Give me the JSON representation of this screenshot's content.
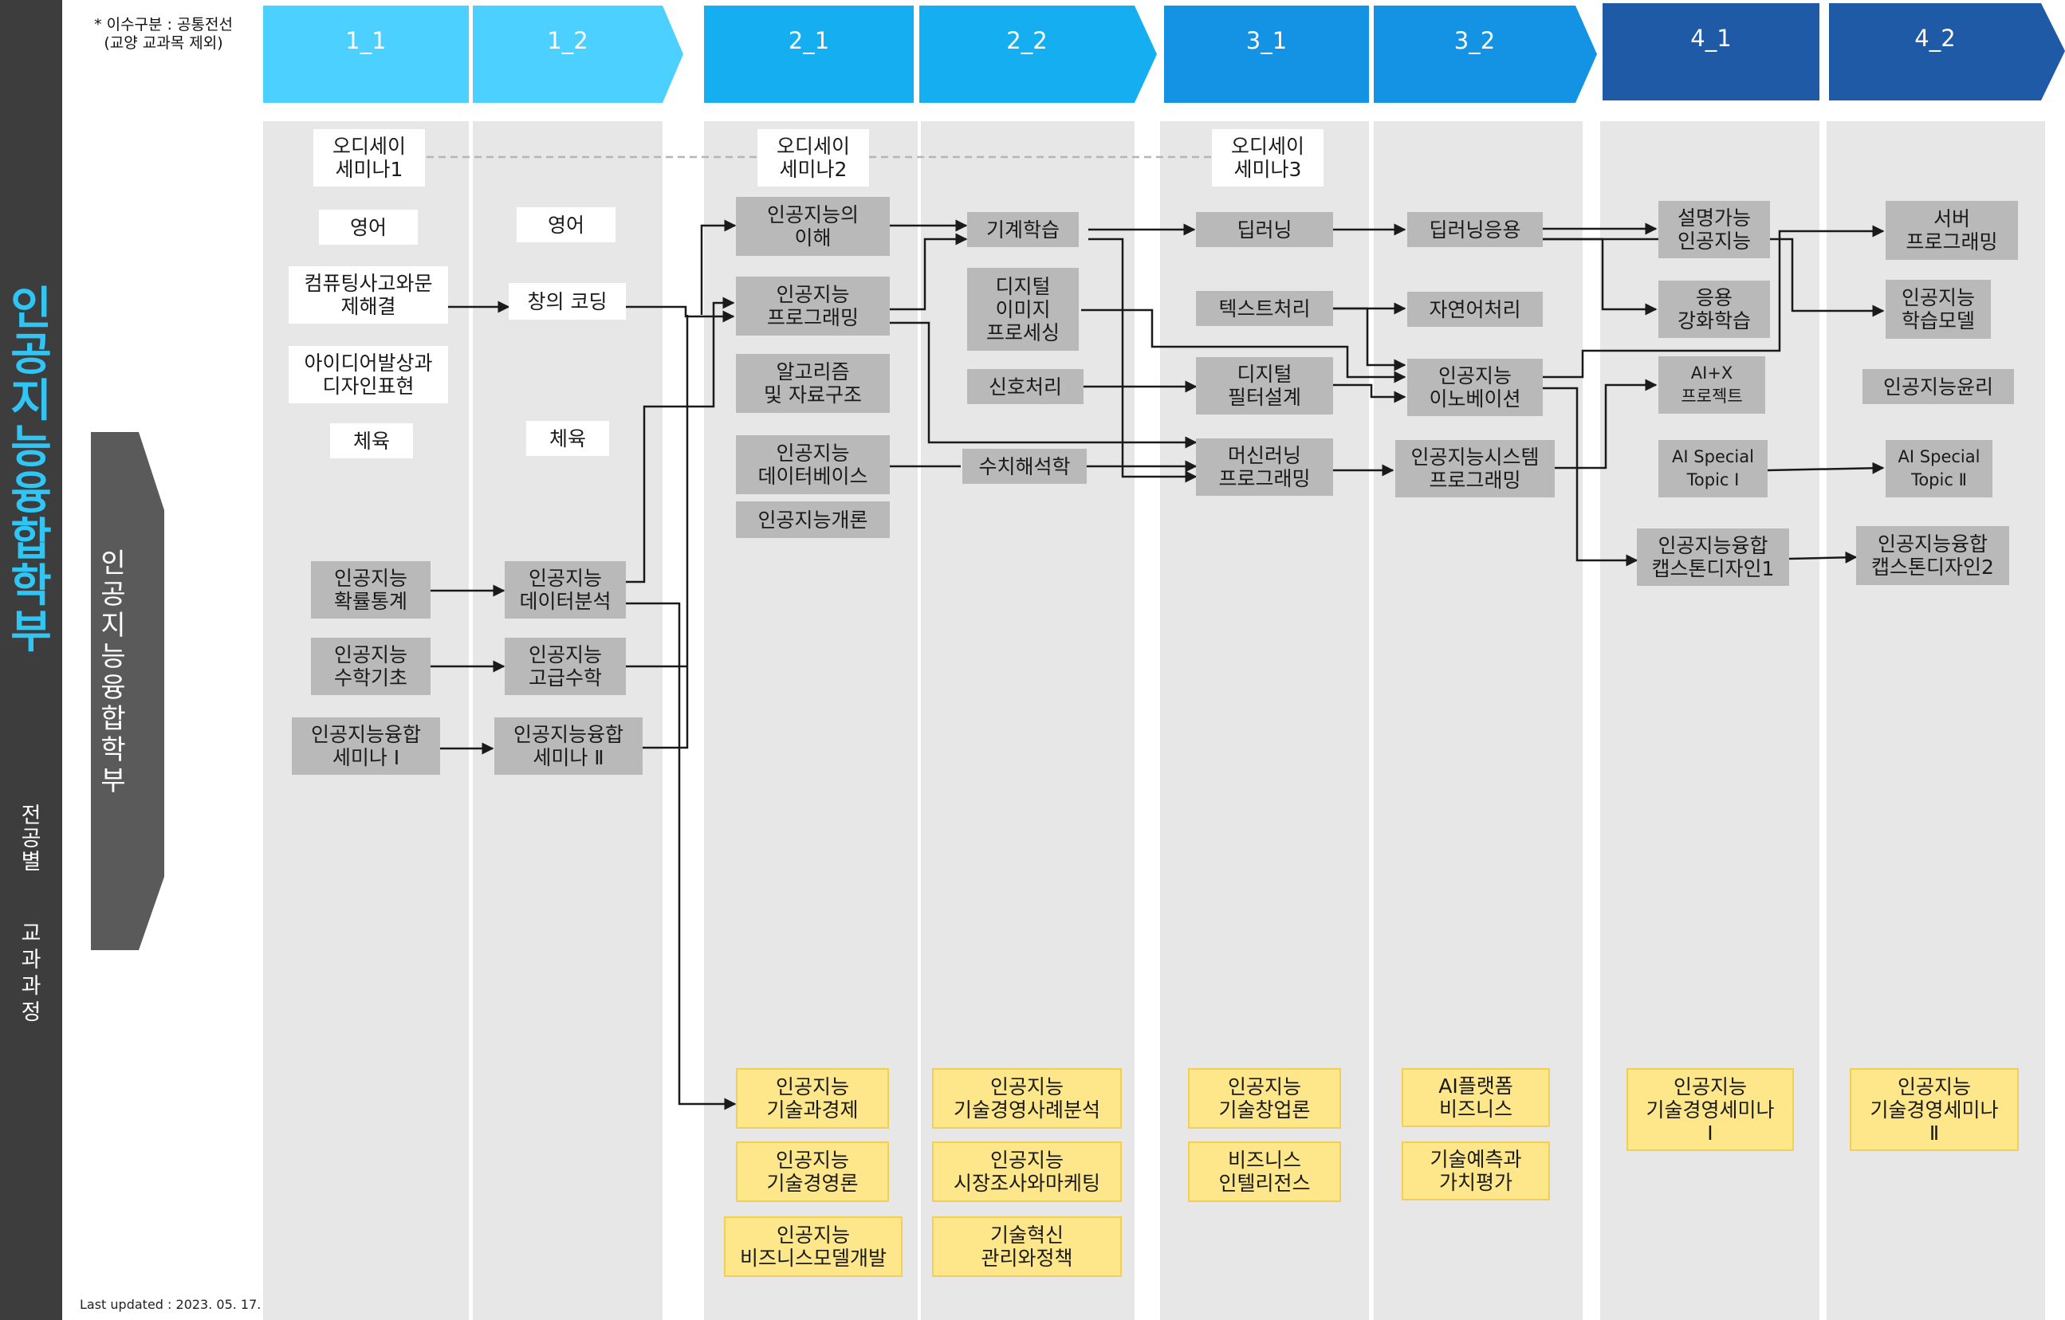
{
  "sidebar": {
    "title": "인공지능융합학부",
    "subtitle1": "전공별",
    "subtitle2": "교과과정"
  },
  "banner": {
    "label": "인공지능융합학부"
  },
  "note": {
    "line1": "* 이수구분 : 공통전선",
    "line2": "(교양 교과목 제외)"
  },
  "last_updated": "Last updated : 2023. 05. 17.",
  "semesters": [
    "1_1",
    "1_2",
    "2_1",
    "2_2",
    "3_1",
    "3_2",
    "4_1",
    "4_2"
  ],
  "colors": {
    "head_light": "#4cd0ff",
    "head_mid": "#15aef0",
    "head_blue": "#1493e4",
    "head_dark": "#1e5aa6",
    "column_bg": "#e7e7e7",
    "course": "#b9b9b9",
    "business": "#fde78a",
    "arrow": "#1a1a1a"
  },
  "courses": {
    "odyssey1": "오디세이\n세미나1",
    "odyssey2": "오디세이\n세미나2",
    "odyssey3": "오디세이\n세미나3",
    "english1": "영어",
    "english2": "영어",
    "computing": "컴퓨팅사고와문\n제해결",
    "creative_coding": "창의 코딩",
    "idea_design": "아이디어발상과\n디자인표현",
    "pe1": "체육",
    "pe2": "체육",
    "ai_prob_stats": "인공지능\n확률통계",
    "ai_data_analysis": "인공지능\n데이터분석",
    "ai_math_basic": "인공지능\n수학기초",
    "ai_adv_math": "인공지능\n고급수학",
    "ai_seminar1": "인공지능융합\n세미나 Ⅰ",
    "ai_seminar2": "인공지능융합\n세미나 Ⅱ",
    "ai_understanding": "인공지능의\n이해",
    "ai_programming": "인공지능\n프로그래밍",
    "algorithms": "알고리즘\n및 자료구조",
    "ai_database": "인공지능\n데이터베이스",
    "ai_intro": "인공지능개론",
    "machine_learning": "기계학습",
    "digital_image": "디지털\n이미지\n프로세싱",
    "signal_processing": "신호처리",
    "numerical_analysis": "수치해석학",
    "deep_learning": "딥러닝",
    "text_processing": "텍스트처리",
    "digital_filter": "디지털\n필터설계",
    "ml_programming": "머신러닝\n프로그래밍",
    "dl_application": "딥러닝응용",
    "nlp": "자연어처리",
    "ai_innovation": "인공지능\n이노베이션",
    "ai_system_programming": "인공지능시스템\n프로그래밍",
    "explainable_ai": "설명가능\n인공지능",
    "applied_rl": "응용\n강화학습",
    "ai_x_project": "AI+X\n프로젝트",
    "ai_special1": "AI Special\nTopic Ⅰ",
    "ai_capstone1": "인공지능융합\n캡스톤디자인1",
    "server_programming": "서버\n프로그래밍",
    "ai_learning_model": "인공지능\n학습모델",
    "ai_ethics": "인공지능윤리",
    "ai_special2": "AI Special\nTopic Ⅱ",
    "ai_capstone2": "인공지능융합\n캡스톤디자인2",
    "tech_economics": "인공지능\n기술과경제",
    "tech_management": "인공지능\n기술경영론",
    "business_model": "인공지능\n비즈니스모델개발",
    "case_analysis": "인공지능\n기술경영사례분석",
    "market_research": "인공지능\n시장조사와마케팅",
    "innovation_policy": "기술혁신\n관리와정책",
    "tech_startup": "인공지능\n기술창업론",
    "business_intelligence": "비즈니스\n인텔리전스",
    "ai_platform_business": "AI플랫폼\n비즈니스",
    "tech_forecast": "기술예측과\n가치평가",
    "tech_mgmt_seminar1": "인공지능\n기술경영세미나\nⅠ",
    "tech_mgmt_seminar2": "인공지능\n기술경영세미나\nⅡ"
  }
}
